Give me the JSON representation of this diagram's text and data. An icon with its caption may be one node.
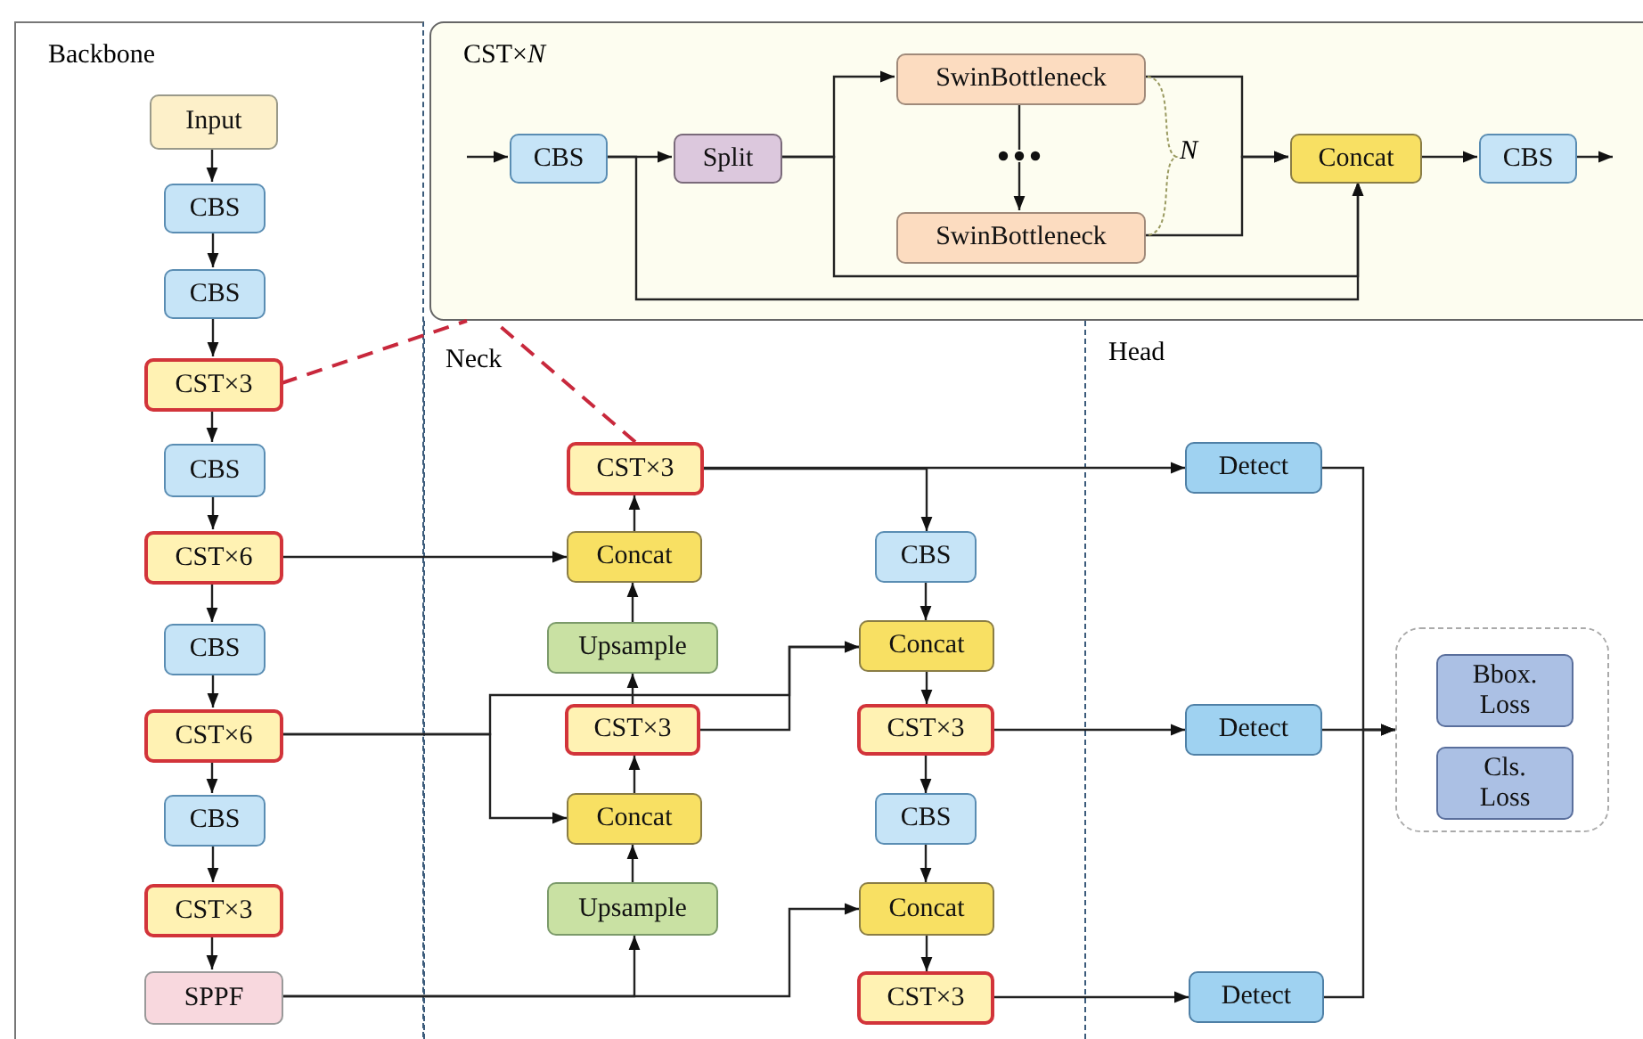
{
  "diagram": {
    "nodes": [
      {
        "text": [
          "Backbone"
        ]
      },
      {
        "text": [
          "Input"
        ],
        "in": 0
      },
      {
        "text": [
          "CBS"
        ],
        "in": 0
      },
      {
        "text": [
          "CBS"
        ],
        "in": 0
      },
      {
        "text": [
          "CST×3"
        ],
        "in": 0
      },
      {
        "text": [
          "CBS"
        ],
        "in": 0
      },
      {
        "text": [
          "CST×6"
        ],
        "in": 0
      },
      {
        "text": [
          "CBS"
        ],
        "in": 0
      },
      {
        "text": [
          "CST×6"
        ],
        "in": 0
      },
      {
        "text": [
          "CBS"
        ],
        "in": 0
      },
      {
        "text": [
          "CST×3"
        ],
        "in": 0
      },
      {
        "text": [
          "SPPF"
        ],
        "in": 0
      },
      {
        "text": [
          "CST×*N*"
        ]
      },
      {
        "text": [
          "CBS"
        ],
        "in": 12
      },
      {
        "text": [
          "Split"
        ],
        "in": 12
      },
      {
        "text": [
          "SwinBottleneck"
        ],
        "in": 12
      },
      {
        "text": [
          "SwinBottleneck"
        ],
        "in": 12
      },
      {
        "text": [
          "Concat"
        ],
        "in": 12
      },
      {
        "text": [
          "CBS"
        ],
        "in": 12
      },
      {
        "text": [
          "CST×3"
        ]
      },
      {
        "text": [
          "Concat"
        ]
      },
      {
        "text": [
          "Upsample"
        ]
      },
      {
        "text": [
          "CST×3"
        ]
      },
      {
        "text": [
          "Concat"
        ]
      },
      {
        "text": [
          "Upsample"
        ]
      },
      {
        "text": [
          "CBS"
        ]
      },
      {
        "text": [
          "Concat"
        ]
      },
      {
        "text": [
          "CST×3"
        ]
      },
      {
        "text": [
          "CBS"
        ]
      },
      {
        "text": [
          "Concat"
        ]
      },
      {
        "text": [
          "CST×3"
        ]
      },
      {
        "text": [
          "Detect"
        ]
      },
      {
        "text": [
          "Detect"
        ]
      },
      {
        "text": [
          "Detect"
        ]
      },
      {
        "text": [],
        "shape": "box"
      },
      {
        "text": [
          "Bbox. Loss"
        ],
        "in": 34
      },
      {
        "text": [
          "Cls. Loss"
        ],
        "in": 34
      }
    ],
    "edges": [
      {
        "from": 1,
        "to": 2,
        "arrow": "to"
      },
      {
        "from": 2,
        "to": 3,
        "arrow": "to"
      },
      {
        "from": 3,
        "to": 4,
        "arrow": "to"
      },
      {
        "from": 4,
        "to": 5,
        "arrow": "to"
      },
      {
        "from": 5,
        "to": 6,
        "arrow": "to"
      },
      {
        "from": 6,
        "to": 7,
        "arrow": "to"
      },
      {
        "from": 7,
        "to": 8,
        "arrow": "to"
      },
      {
        "from": 8,
        "to": 9,
        "arrow": "to"
      },
      {
        "from": 9,
        "to": 10,
        "arrow": "to"
      },
      {
        "from": 10,
        "to": 11,
        "arrow": "to"
      },
      {
        "from": 4,
        "to": 12,
        "arrow": "none",
        "style": "dashed",
        "color": "#c8283c"
      },
      {
        "from": 19,
        "to": 12,
        "arrow": "none",
        "style": "dashed",
        "color": "#c8283c"
      },
      {
        "from": null,
        "to": 13,
        "arrow": "to"
      },
      {
        "from": 13,
        "to": 14,
        "arrow": "to"
      },
      {
        "from": 14,
        "to": 15,
        "arrow": "to"
      },
      {
        "from": 14,
        "to": 17,
        "arrow": "to"
      },
      {
        "from": 13,
        "to": 17,
        "arrow": "to"
      },
      {
        "from": 15,
        "to": 16,
        "arrow": "to"
      },
      {
        "from": 15,
        "to": 17,
        "arrow": "to"
      },
      {
        "from": 16,
        "to": 17,
        "arrow": "to"
      },
      {
        "from": 17,
        "to": 18,
        "arrow": "to"
      },
      {
        "from": 18,
        "to": null,
        "arrow": "to"
      },
      {
        "from": 6,
        "to": 20,
        "arrow": "to"
      },
      {
        "from": 8,
        "to": 26,
        "arrow": "to"
      },
      {
        "from": 8,
        "to": 23,
        "arrow": "to"
      },
      {
        "from": 22,
        "to": 26,
        "arrow": "to"
      },
      {
        "from": 22,
        "to": 21,
        "arrow": "to"
      },
      {
        "from": 21,
        "to": 20,
        "arrow": "to"
      },
      {
        "from": 20,
        "to": 19,
        "arrow": "to"
      },
      {
        "from": 23,
        "to": 22,
        "arrow": "to"
      },
      {
        "from": 24,
        "to": 23,
        "arrow": "to"
      },
      {
        "from": 11,
        "to": 24,
        "arrow": "to"
      },
      {
        "from": 11,
        "to": 29,
        "arrow": "to"
      },
      {
        "from": 19,
        "to": 31,
        "arrow": "to"
      },
      {
        "from": 19,
        "to": 25,
        "arrow": "to"
      },
      {
        "from": 25,
        "to": 26,
        "arrow": "to"
      },
      {
        "from": 26,
        "to": 27,
        "arrow": "to"
      },
      {
        "from": 27,
        "to": 28,
        "arrow": "to"
      },
      {
        "from": 28,
        "to": 29,
        "arrow": "to"
      },
      {
        "from": 29,
        "to": 30,
        "arrow": "to"
      },
      {
        "from": 27,
        "to": 32,
        "arrow": "to"
      },
      {
        "from": 30,
        "to": 33,
        "arrow": "to"
      },
      {
        "from": 31,
        "to": 34,
        "arrow": "to"
      },
      {
        "from": 32,
        "to": 34,
        "arrow": "to"
      },
      {
        "from": 33,
        "to": 34,
        "arrow": "to"
      }
    ],
    "labels": [
      "N",
      "Neck",
      "Head"
    ]
  }
}
